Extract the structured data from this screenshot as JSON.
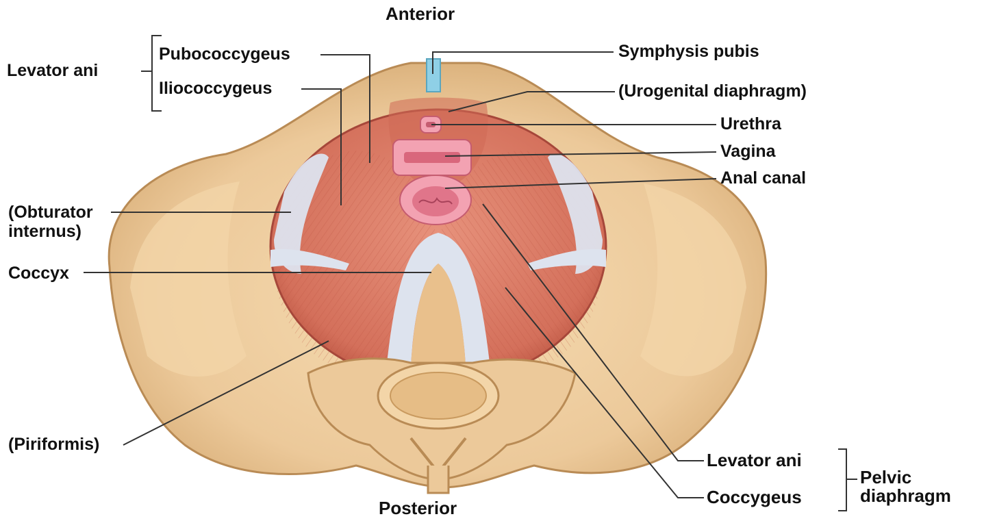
{
  "orientation": {
    "top": "Anterior",
    "bottom": "Posterior"
  },
  "groups": {
    "levator_ani_left": "Levator ani",
    "pelvic_diaphragm": "Pelvic\ndiaphragm"
  },
  "labels": {
    "pubococcygeus": "Pubococcygeus",
    "iliococcygeus": "Iliococcygeus",
    "obturator_internus": "(Obturator\ninternus)",
    "coccyx": "Coccyx",
    "piriformis": "(Piriformis)",
    "symphysis_pubis": "Symphysis pubis",
    "urogenital_diaphragm": "(Urogenital diaphragm)",
    "urethra": "Urethra",
    "vagina": "Vagina",
    "anal_canal": "Anal canal",
    "levator_ani_right": "Levator ani",
    "coccygeus": "Coccygeus"
  },
  "colors": {
    "bone": "#ecc99a",
    "bone_shadow": "#c99a5f",
    "muscle": "#d97a66",
    "muscle_dark": "#b8523f",
    "tendon": "#dde3ee",
    "symphysis": "#8fd0e6",
    "orifice": "#ee7f93",
    "leader_line": "#333333"
  }
}
